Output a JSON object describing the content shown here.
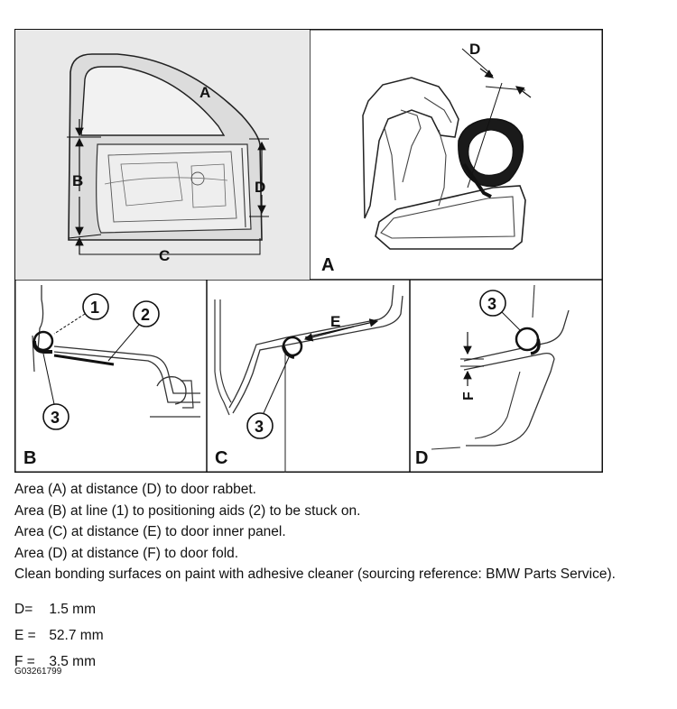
{
  "panels": {
    "door": {
      "label_a": "A",
      "label_b": "B",
      "label_c": "C",
      "label_d": "D"
    },
    "area_a": {
      "panel_label": "A",
      "dim_label": "D"
    },
    "area_b": {
      "panel_label": "B",
      "callout_1": "1",
      "callout_2": "2",
      "callout_3": "3"
    },
    "area_c": {
      "panel_label": "C",
      "dim_label": "E",
      "callout_3": "3"
    },
    "area_d": {
      "panel_label": "D",
      "dim_label": "F",
      "callout_3": "3"
    }
  },
  "instructions": [
    "Area (A) at distance (D) to door rabbet.",
    "Area (B) at line (1) to positioning aids (2) to be stuck on.",
    "Area (C) at distance (E) to door inner panel.",
    "Area (D) at distance (F) to door fold.",
    "Clean bonding surfaces on paint with adhesive cleaner (sourcing reference: BMW Parts Service)."
  ],
  "specs": [
    {
      "key": "D=",
      "value": "1.5 mm"
    },
    {
      "key": "E =",
      "value": "52.7 mm"
    },
    {
      "key": "F =",
      "value": "3.5 mm"
    }
  ],
  "figure_id": "G03261799"
}
